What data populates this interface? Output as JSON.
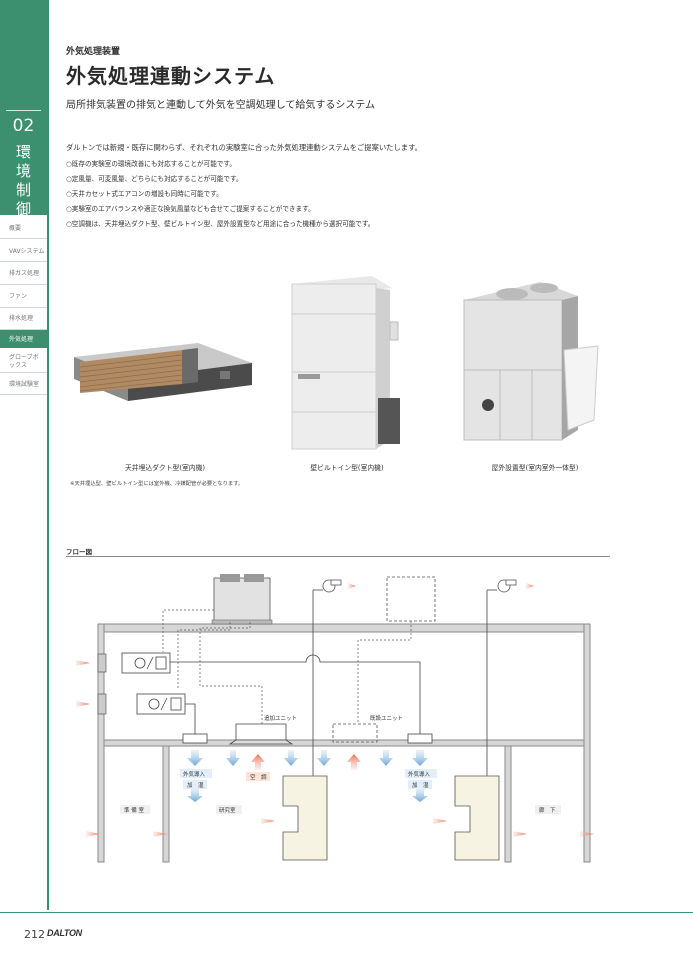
{
  "sidebar": {
    "chapter_number": "02",
    "chapter_title": "環境制御",
    "items": [
      {
        "label": "概要"
      },
      {
        "label": "VAVシステム"
      },
      {
        "label": "排ガス処理"
      },
      {
        "label": "ファン"
      },
      {
        "label": "排水処理"
      },
      {
        "label": "外気処理",
        "active": true
      },
      {
        "label": "グローブボックス"
      },
      {
        "label": "環境試験室"
      }
    ],
    "accent_color": "#3c8f6f"
  },
  "header": {
    "category": "外気処理装置",
    "title": "外気処理連動システム",
    "subtitle": "局所排気装置の排気と連動して外気を空調処理して給気するシステム"
  },
  "body": {
    "intro": "ダルトンでは新規・既存に関わらず、それぞれの実験室に合った外気処理連動システムをご提案いたします。",
    "bullets": [
      "○既存の実験室の環境改善にも対応することが可能です。",
      "○定風量、可変風量、どちらにも対応することが可能です。",
      "○天井カセット式エアコンの増設も同時に可能です。",
      "○実験室のエアバランスや適正な換気風量なども合せてご提案することができます。",
      "○空調機は、天井埋込ダクト型、壁ビルトイン型、屋外設置型など用途に合った機種から選択可能です。"
    ]
  },
  "products": {
    "items": [
      {
        "caption": "天井埋込ダクト型(室内機)",
        "icon": "ceiling-duct-unit"
      },
      {
        "caption": "壁ビルトイン型(室内機)",
        "icon": "wall-builtin-unit"
      },
      {
        "caption": "屋外設置型(室内室外一体型)",
        "icon": "outdoor-unit"
      }
    ],
    "note": "※天井埋込型、壁ビルトイン型には室外機、冷媒配管が必要となります。"
  },
  "flow": {
    "label": "フロー図",
    "labels": {
      "additional_unit": "追加ユニット",
      "existing_unit": "既設ユニット",
      "outdoor_air_in": "外気導入",
      "humidify": "加　湿",
      "cooling": "空　調",
      "prep_room": "準 備 室",
      "lab": "研究室",
      "corridor": "廊　下"
    }
  },
  "footer": {
    "page_number": "212",
    "brand": "DALTON"
  }
}
